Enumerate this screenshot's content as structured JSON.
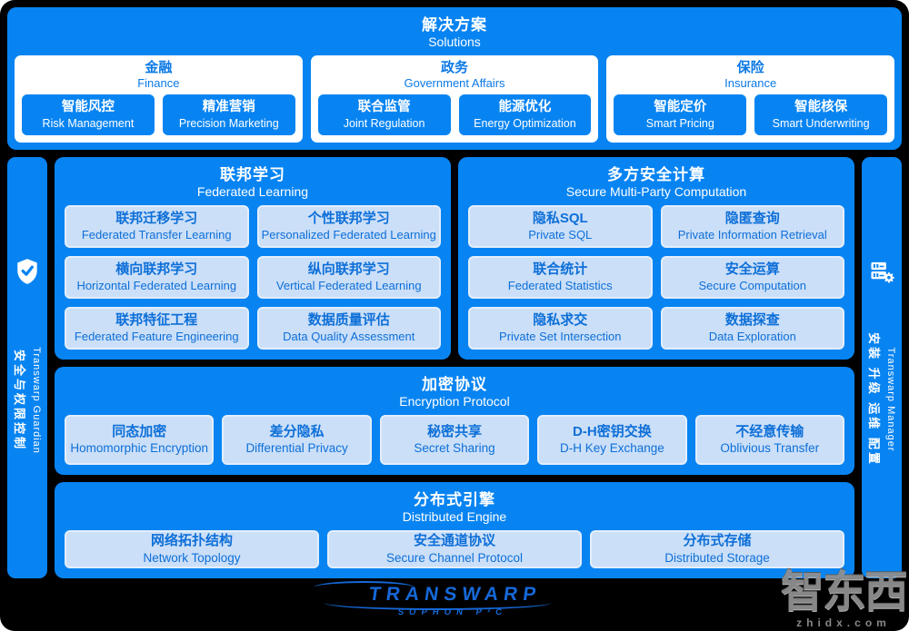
{
  "solutions": {
    "title_cn": "解决方案",
    "title_en": "Solutions",
    "groups": [
      {
        "title_cn": "金融",
        "title_en": "Finance",
        "items": [
          {
            "cn": "智能风控",
            "en": "Risk Management"
          },
          {
            "cn": "精准营销",
            "en": "Precision Marketing"
          }
        ]
      },
      {
        "title_cn": "政务",
        "title_en": "Government Affairs",
        "items": [
          {
            "cn": "联合监管",
            "en": "Joint Regulation"
          },
          {
            "cn": "能源优化",
            "en": "Energy Optimization"
          }
        ]
      },
      {
        "title_cn": "保险",
        "title_en": "Insurance",
        "items": [
          {
            "cn": "智能定价",
            "en": "Smart Pricing"
          },
          {
            "cn": "智能核保",
            "en": "Smart Underwriting"
          }
        ]
      }
    ]
  },
  "left_sidebar": {
    "icon": "shield-check-icon",
    "product": "Transwarp Guardian",
    "label_cn": "安全与权限控制"
  },
  "right_sidebar": {
    "icon": "server-gear-icon",
    "product": "Transwarp Manager",
    "label_cn": "安装 升级 运维 配置"
  },
  "panels": {
    "fl": {
      "title_cn": "联邦学习",
      "title_en": "Federated Learning",
      "items": [
        {
          "cn": "联邦迁移学习",
          "en": "Federated Transfer Learning"
        },
        {
          "cn": "个性联邦学习",
          "en": "Personalized Federated Learning"
        },
        {
          "cn": "横向联邦学习",
          "en": "Horizontal Federated Learning"
        },
        {
          "cn": "纵向联邦学习",
          "en": "Vertical Federated Learning"
        },
        {
          "cn": "联邦特征工程",
          "en": "Federated Feature Engineering"
        },
        {
          "cn": "数据质量评估",
          "en": "Data Quality Assessment"
        }
      ]
    },
    "smpc": {
      "title_cn": "多方安全计算",
      "title_en": "Secure Multi-Party Computation",
      "items": [
        {
          "cn": "隐私SQL",
          "en": "Private SQL"
        },
        {
          "cn": "隐匿查询",
          "en": "Private Information Retrieval"
        },
        {
          "cn": "联合统计",
          "en": "Federated Statistics"
        },
        {
          "cn": "安全运算",
          "en": "Secure Computation"
        },
        {
          "cn": "隐私求交",
          "en": "Private Set Intersection"
        },
        {
          "cn": "数据探查",
          "en": "Data Exploration"
        }
      ]
    },
    "ep": {
      "title_cn": "加密协议",
      "title_en": "Encryption Protocol",
      "items": [
        {
          "cn": "同态加密",
          "en": "Homomorphic Encryption"
        },
        {
          "cn": "差分隐私",
          "en": "Differential Privacy"
        },
        {
          "cn": "秘密共享",
          "en": "Secret Sharing"
        },
        {
          "cn": "D-H密钥交换",
          "en": "D-H Key Exchange"
        },
        {
          "cn": "不经意传输",
          "en": "Oblivious Transfer"
        }
      ]
    },
    "de": {
      "title_cn": "分布式引擎",
      "title_en": "Distributed Engine",
      "items": [
        {
          "cn": "网络拓扑结构",
          "en": "Network Topology"
        },
        {
          "cn": "安全通道协议",
          "en": "Secure Channel Protocol"
        },
        {
          "cn": "分布式存储",
          "en": "Distributed Storage"
        }
      ]
    }
  },
  "footer": {
    "brand": "TRANSWARP",
    "product": "SOPHON P²C"
  },
  "watermark": {
    "text": "智东西",
    "url": "zhidx.com"
  },
  "colors": {
    "background": "#000000",
    "primary_blue": "#0884f2",
    "light_chip_bg": "#cbdff8",
    "light_chip_border": "#e3eefc",
    "chip_text_blue": "#0d6fd8",
    "card_white": "#ffffff",
    "logo_blue": "#1668d8",
    "watermark_gray": "#8f8f8f"
  }
}
